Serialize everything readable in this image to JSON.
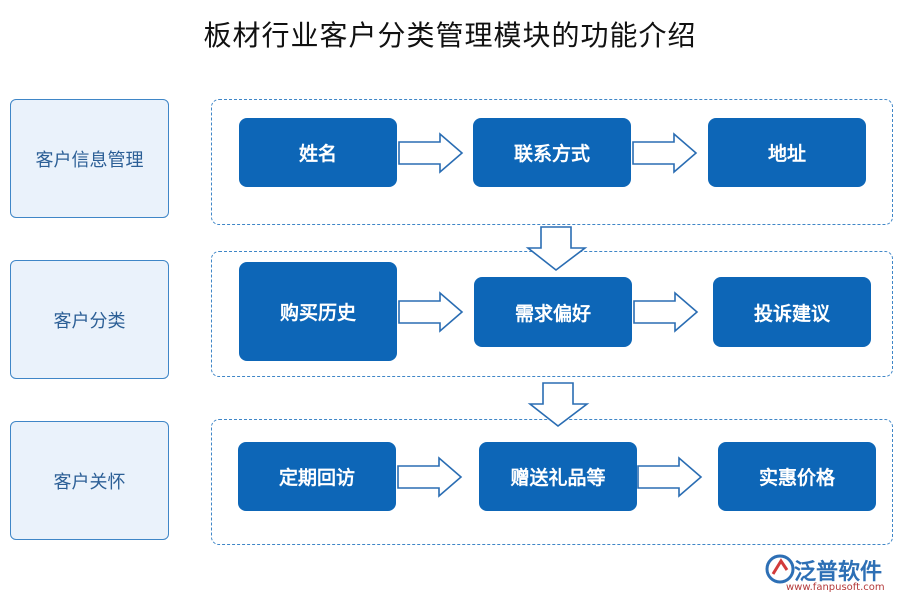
{
  "title": "板材行业客户分类管理模块的功能介绍",
  "categories": [
    {
      "label": "客户信息管理",
      "items": [
        "姓名",
        "联系方式",
        "地址"
      ]
    },
    {
      "label": "客户分类",
      "items": [
        "购买历史",
        "需求偏好",
        "投诉建议"
      ]
    },
    {
      "label": "客户关怀",
      "items": [
        "定期回访",
        "赠送礼品等",
        "实惠价格"
      ]
    }
  ],
  "watermark": {
    "brand": "泛普软件",
    "url": "www.fanpusoft.com"
  },
  "colors": {
    "box": "#0d66b7",
    "panel_border": "#3f86c7",
    "category_bg": "#eaf2fb",
    "arrow": "#2a6db3"
  }
}
